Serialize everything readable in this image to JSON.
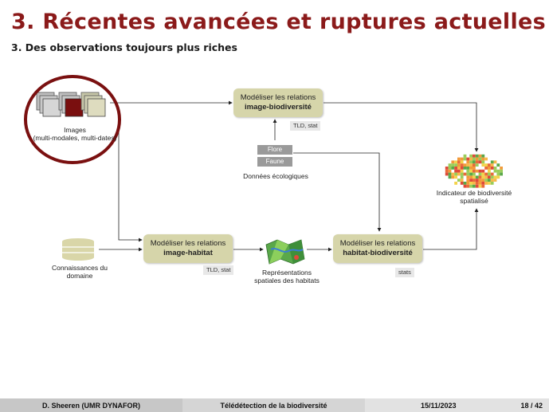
{
  "slide": {
    "title": "3. Récentes avancées et ruptures actuelles",
    "subtitle": "3. Des observations toujours plus riches"
  },
  "diagram": {
    "images_label_line1": "Images",
    "images_label_line2": "(multi-modales, multi-dates)",
    "box_image_bio_line1": "Modéliser les relations",
    "box_image_bio_line2": "image-biodiversité",
    "tag_image_bio": "TLD, stat",
    "db_flore": "Flore",
    "db_faune": "Faune",
    "donnees_label": "Données écologiques",
    "indicator_line1": "Indicateur de biodiversité",
    "indicator_line2": "spatialisé",
    "knowledge_line1": "Connaissances du",
    "knowledge_line2": "domaine",
    "box_image_hab_line1": "Modéliser les relations",
    "box_image_hab_line2": "image-habitat",
    "tag_image_hab": "TLD, stat",
    "habitat_rep_line1": "Représentations",
    "habitat_rep_line2": "spatiales des habitats",
    "box_hab_bio_line1": "Modéliser les relations",
    "box_hab_bio_line2": "habitat-biodiversité",
    "tag_hab_bio": "stats"
  },
  "footer": {
    "author": "D. Sheeren  (UMR DYNAFOR)",
    "talk": "Télédétection de la biodiversité",
    "date": "15/11/2023",
    "page": "18 / 42"
  },
  "colors": {
    "title": "#8b1a1a",
    "box_fill": "#d6d5aa",
    "circle": "#7a1010"
  }
}
